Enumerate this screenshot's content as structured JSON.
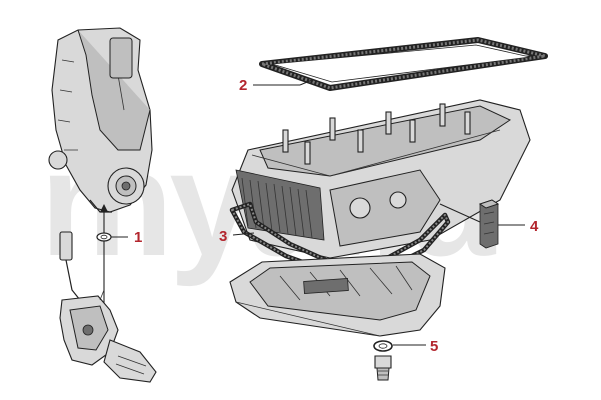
{
  "watermark": "myalfa",
  "callouts": [
    {
      "number": "1",
      "part": "timing-cover-seal-ring"
    },
    {
      "number": "2",
      "part": "upper-sump-gasket"
    },
    {
      "number": "3",
      "part": "lower-sump-gasket"
    },
    {
      "number": "4",
      "part": "rubber-block"
    },
    {
      "number": "5",
      "part": "drain-plug-washer"
    }
  ],
  "colors": {
    "callout": "#b3262e",
    "line": "#222222",
    "watermark": "#e6e6e6"
  }
}
